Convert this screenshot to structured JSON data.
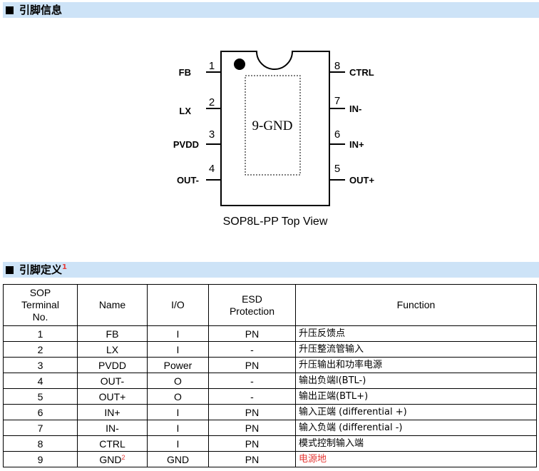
{
  "section1": {
    "title": "引脚信息"
  },
  "diagram": {
    "center_label": "9-GND",
    "caption": "SOP8L-PP Top View",
    "left_pins": [
      {
        "num": "1",
        "name": "FB"
      },
      {
        "num": "2",
        "name": "LX"
      },
      {
        "num": "3",
        "name": "PVDD"
      },
      {
        "num": "4",
        "name": "OUT-"
      }
    ],
    "right_pins": [
      {
        "num": "8",
        "name": "CTRL"
      },
      {
        "num": "7",
        "name": "IN-"
      },
      {
        "num": "6",
        "name": "IN+"
      },
      {
        "num": "5",
        "name": "OUT+"
      }
    ]
  },
  "section2": {
    "title": "引脚定义",
    "footnote": "1"
  },
  "table": {
    "headers": {
      "terminal": [
        "SOP",
        "Terminal",
        "No."
      ],
      "name": "Name",
      "io": "I/O",
      "esd": [
        "ESD",
        "Protection"
      ],
      "function": "Function"
    },
    "rows": [
      {
        "no": "1",
        "name": "FB",
        "io": "I",
        "esd": "PN",
        "function": "升压反馈点"
      },
      {
        "no": "2",
        "name": "LX",
        "io": "I",
        "esd": "-",
        "function": "升压整流管输入"
      },
      {
        "no": "3",
        "name": "PVDD",
        "io": "Power",
        "esd": "PN",
        "function": "升压输出和功率电源"
      },
      {
        "no": "4",
        "name": "OUT-",
        "io": "O",
        "esd": "-",
        "function": "输出负端l(BTL-)"
      },
      {
        "no": "5",
        "name": "OUT+",
        "io": "O",
        "esd": "-",
        "function": "输出正端(BTL+)"
      },
      {
        "no": "6",
        "name": "IN+",
        "io": "I",
        "esd": "PN",
        "function": "输入正端  (differential +)"
      },
      {
        "no": "7",
        "name": "IN-",
        "io": "I",
        "esd": "PN",
        "function": "输入负端  (differential -)"
      },
      {
        "no": "8",
        "name": "CTRL",
        "io": "I",
        "esd": "PN",
        "function": "模式控制输入端"
      },
      {
        "no": "9",
        "name": "GND",
        "name_note": "2",
        "io": "GND",
        "esd": "PN",
        "function": "电源地"
      }
    ]
  },
  "colors": {
    "section_bar": "#cde3f7",
    "highlight": "#e53935"
  }
}
